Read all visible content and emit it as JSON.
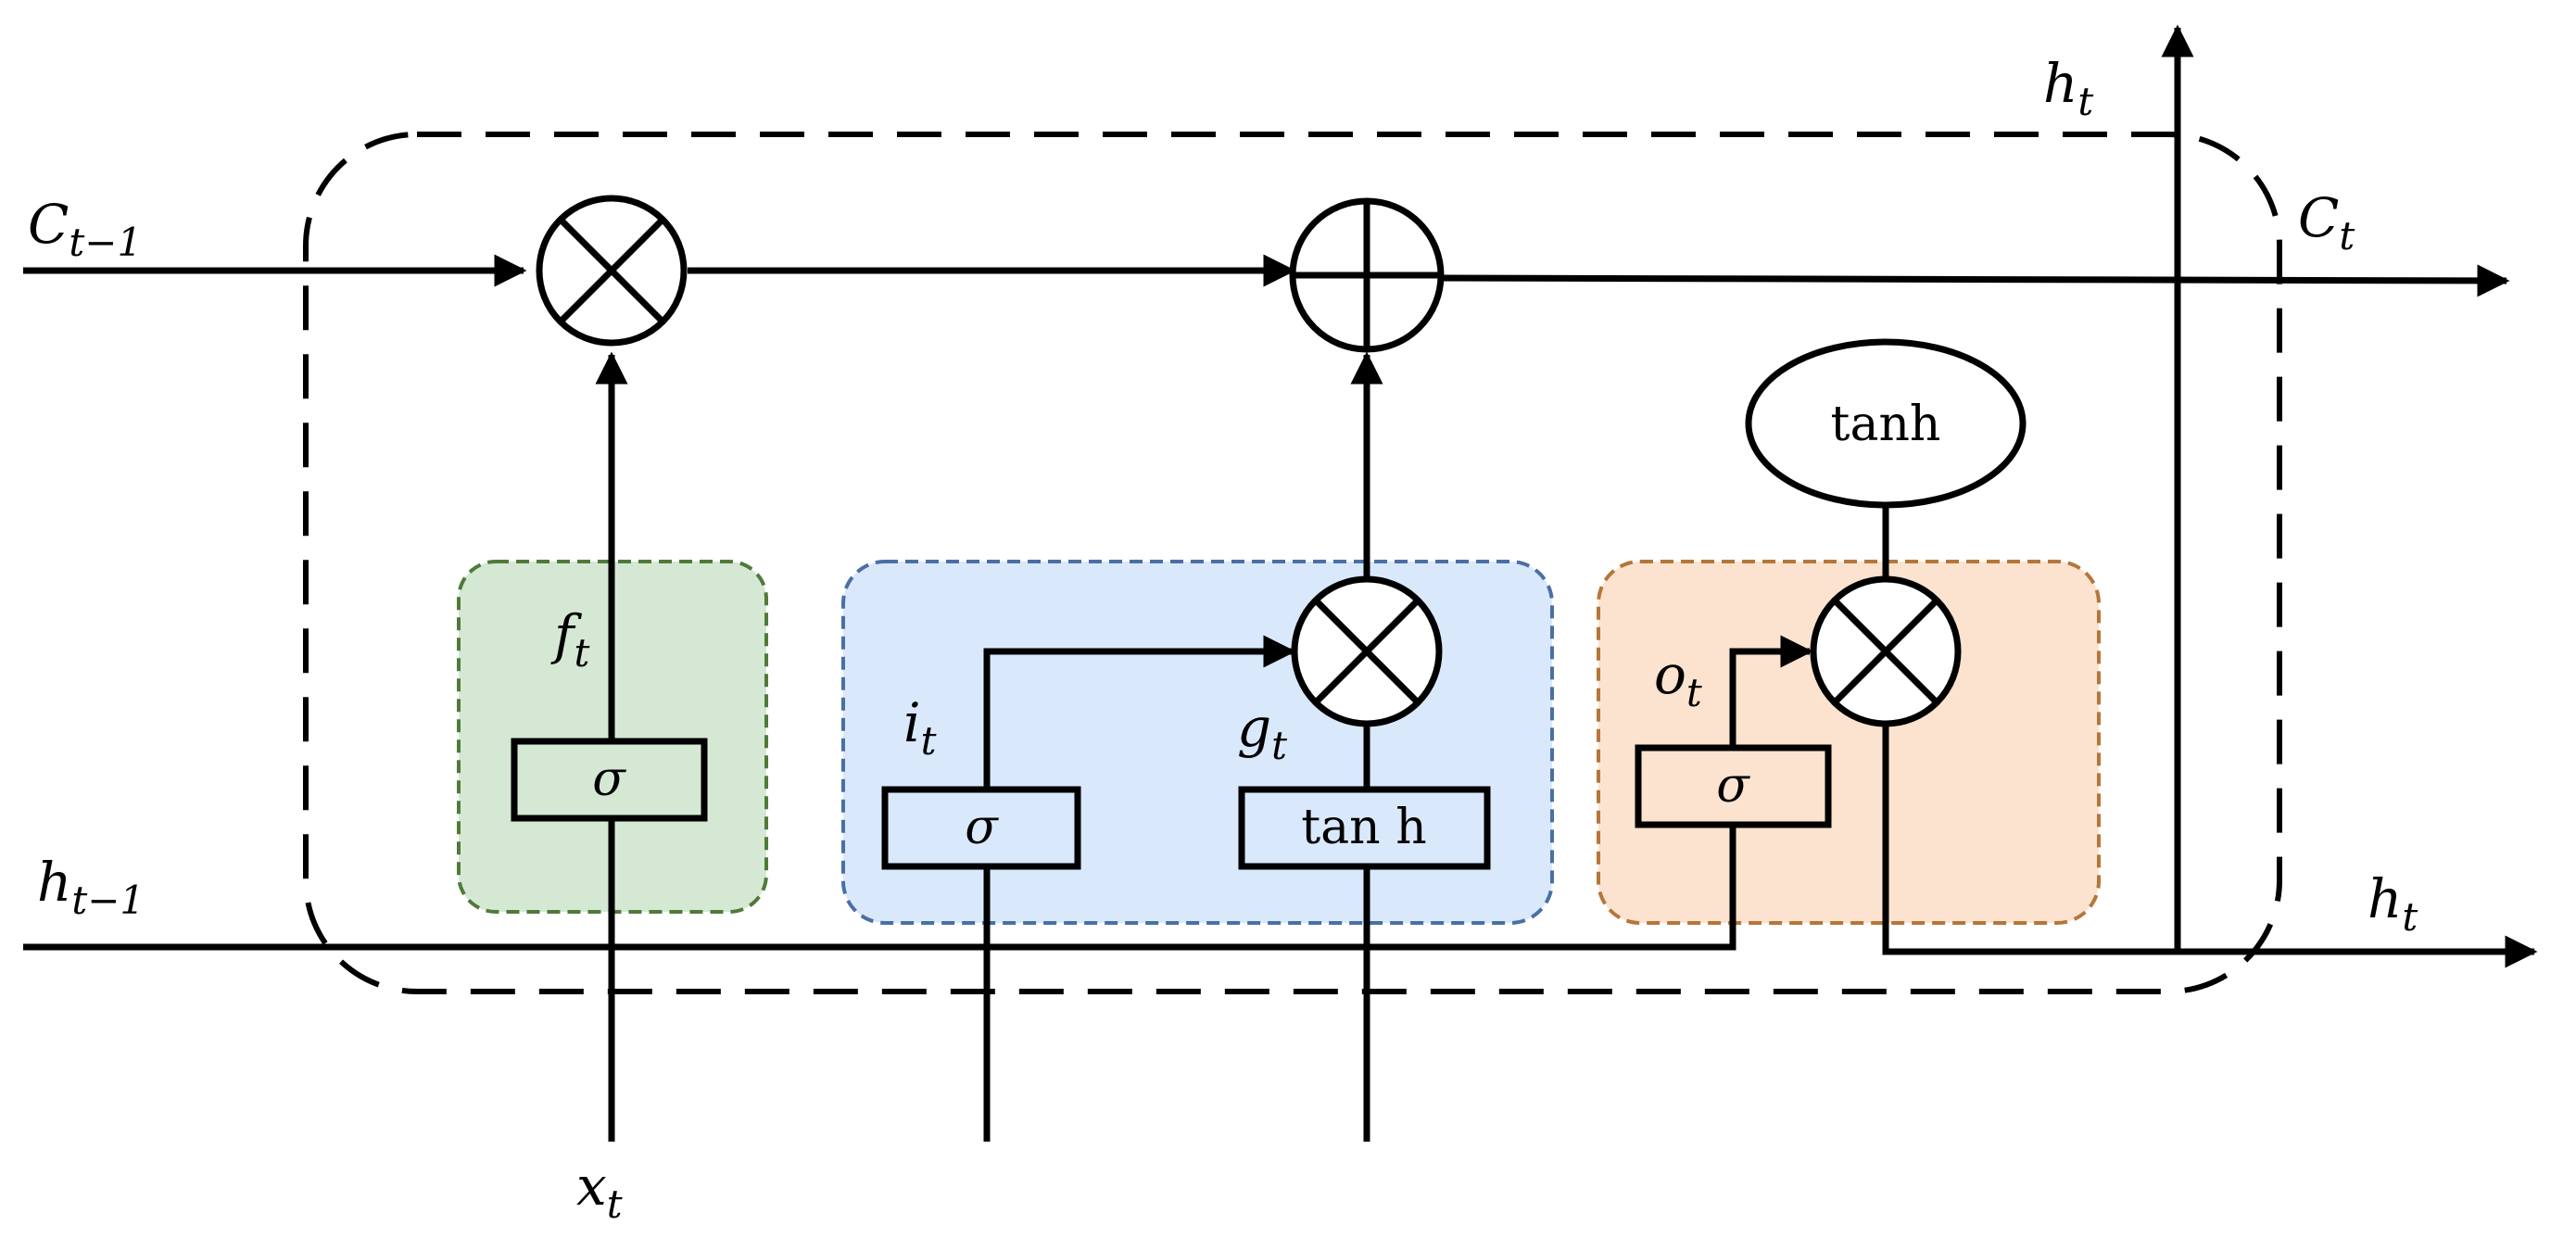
{
  "cell": {
    "inputs": {
      "cell_prev": {
        "main": "C",
        "sub": "t−1"
      },
      "hidden_prev": {
        "main": "h",
        "sub": "t−1"
      },
      "x": {
        "main": "x",
        "sub": "t"
      }
    },
    "outputs": {
      "cell": {
        "main": "C",
        "sub": "t"
      },
      "hidden_top": {
        "main": "h",
        "sub": "t"
      },
      "hidden_right": {
        "main": "h",
        "sub": "t"
      }
    },
    "gates": {
      "forget": {
        "label_main": "f",
        "label_sub": "t",
        "activation": "σ",
        "color": "#d5e8d4",
        "border": "#4f7a3a"
      },
      "input": {
        "label_main": "i",
        "label_sub": "t",
        "activation": "σ",
        "color": "#dae8fc",
        "border": "#4a6fa5"
      },
      "candidate": {
        "label_main": "g",
        "label_sub": "t",
        "activation": "tan h"
      },
      "output": {
        "label_main": "o",
        "label_sub": "t",
        "activation": "σ",
        "color": "#fbe3cf",
        "border": "#b5763a"
      }
    },
    "cell_activation": "tanh",
    "operators": {
      "multiply": "multiply-icon",
      "add": "add-icon"
    }
  }
}
